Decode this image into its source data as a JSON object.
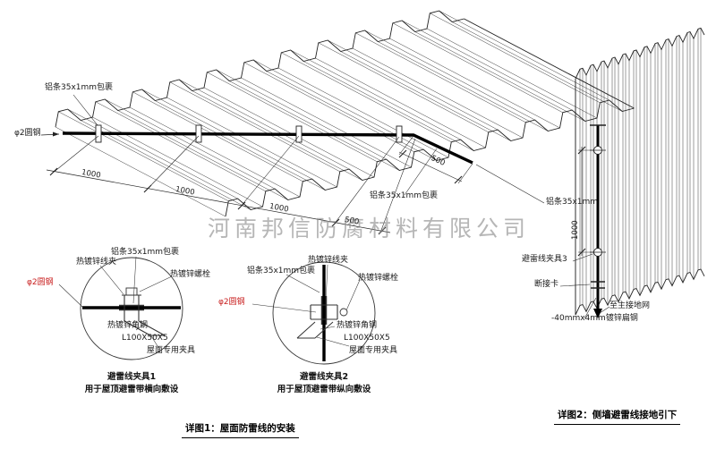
{
  "watermark": "河南邦信防腐材料有限公司",
  "roof_view": {
    "strip_label_top": "铝条35x1mm包裹",
    "round_steel_label": "φ2圆钢",
    "strip_label_bottom": "铝条35x1mm包裹",
    "strip_label_right": "铝条35x1mm",
    "dims": {
      "d1": "1000",
      "d2": "1000",
      "d3": "1000",
      "d4": "500",
      "d5": "500"
    }
  },
  "detail1": {
    "title": "避雷线夹具1",
    "subtitle": "用于屋顶避雷带横向敷设",
    "labels": {
      "clamp": "热镀锌线夹",
      "strip": "铝条35x1mm包裹",
      "bolt": "热镀锌螺栓",
      "round_steel": "φ2圆钢",
      "angle_steel": "热镀锌角钢",
      "angle_spec": "L100X50X5",
      "roof_fixture": "屋面专用夹具"
    }
  },
  "detail2": {
    "title": "避雷线夹具2",
    "subtitle": "用于屋顶避雷带纵向敷设",
    "labels": {
      "clamp": "热镀锌线夹",
      "strip": "铝条35x1mm包裹",
      "bolt": "热镀锌螺栓",
      "round_steel": "φ2圆钢",
      "angle_steel": "热镀锌角钢",
      "angle_spec": "L100X50X5",
      "roof_fixture": "屋面专用夹具"
    }
  },
  "wall_view": {
    "dim": "1000",
    "labels": {
      "clamp3": "避雷线夹具3",
      "disconnect": "断接卡",
      "to_ground": "至主接地网",
      "flat_steel": "-40mmx4mm镀锌扁钢"
    }
  },
  "captions": {
    "fig1": "详图1：屋面防雷线的安装",
    "fig2": "详图2：侧墙避雷线接地引下"
  }
}
